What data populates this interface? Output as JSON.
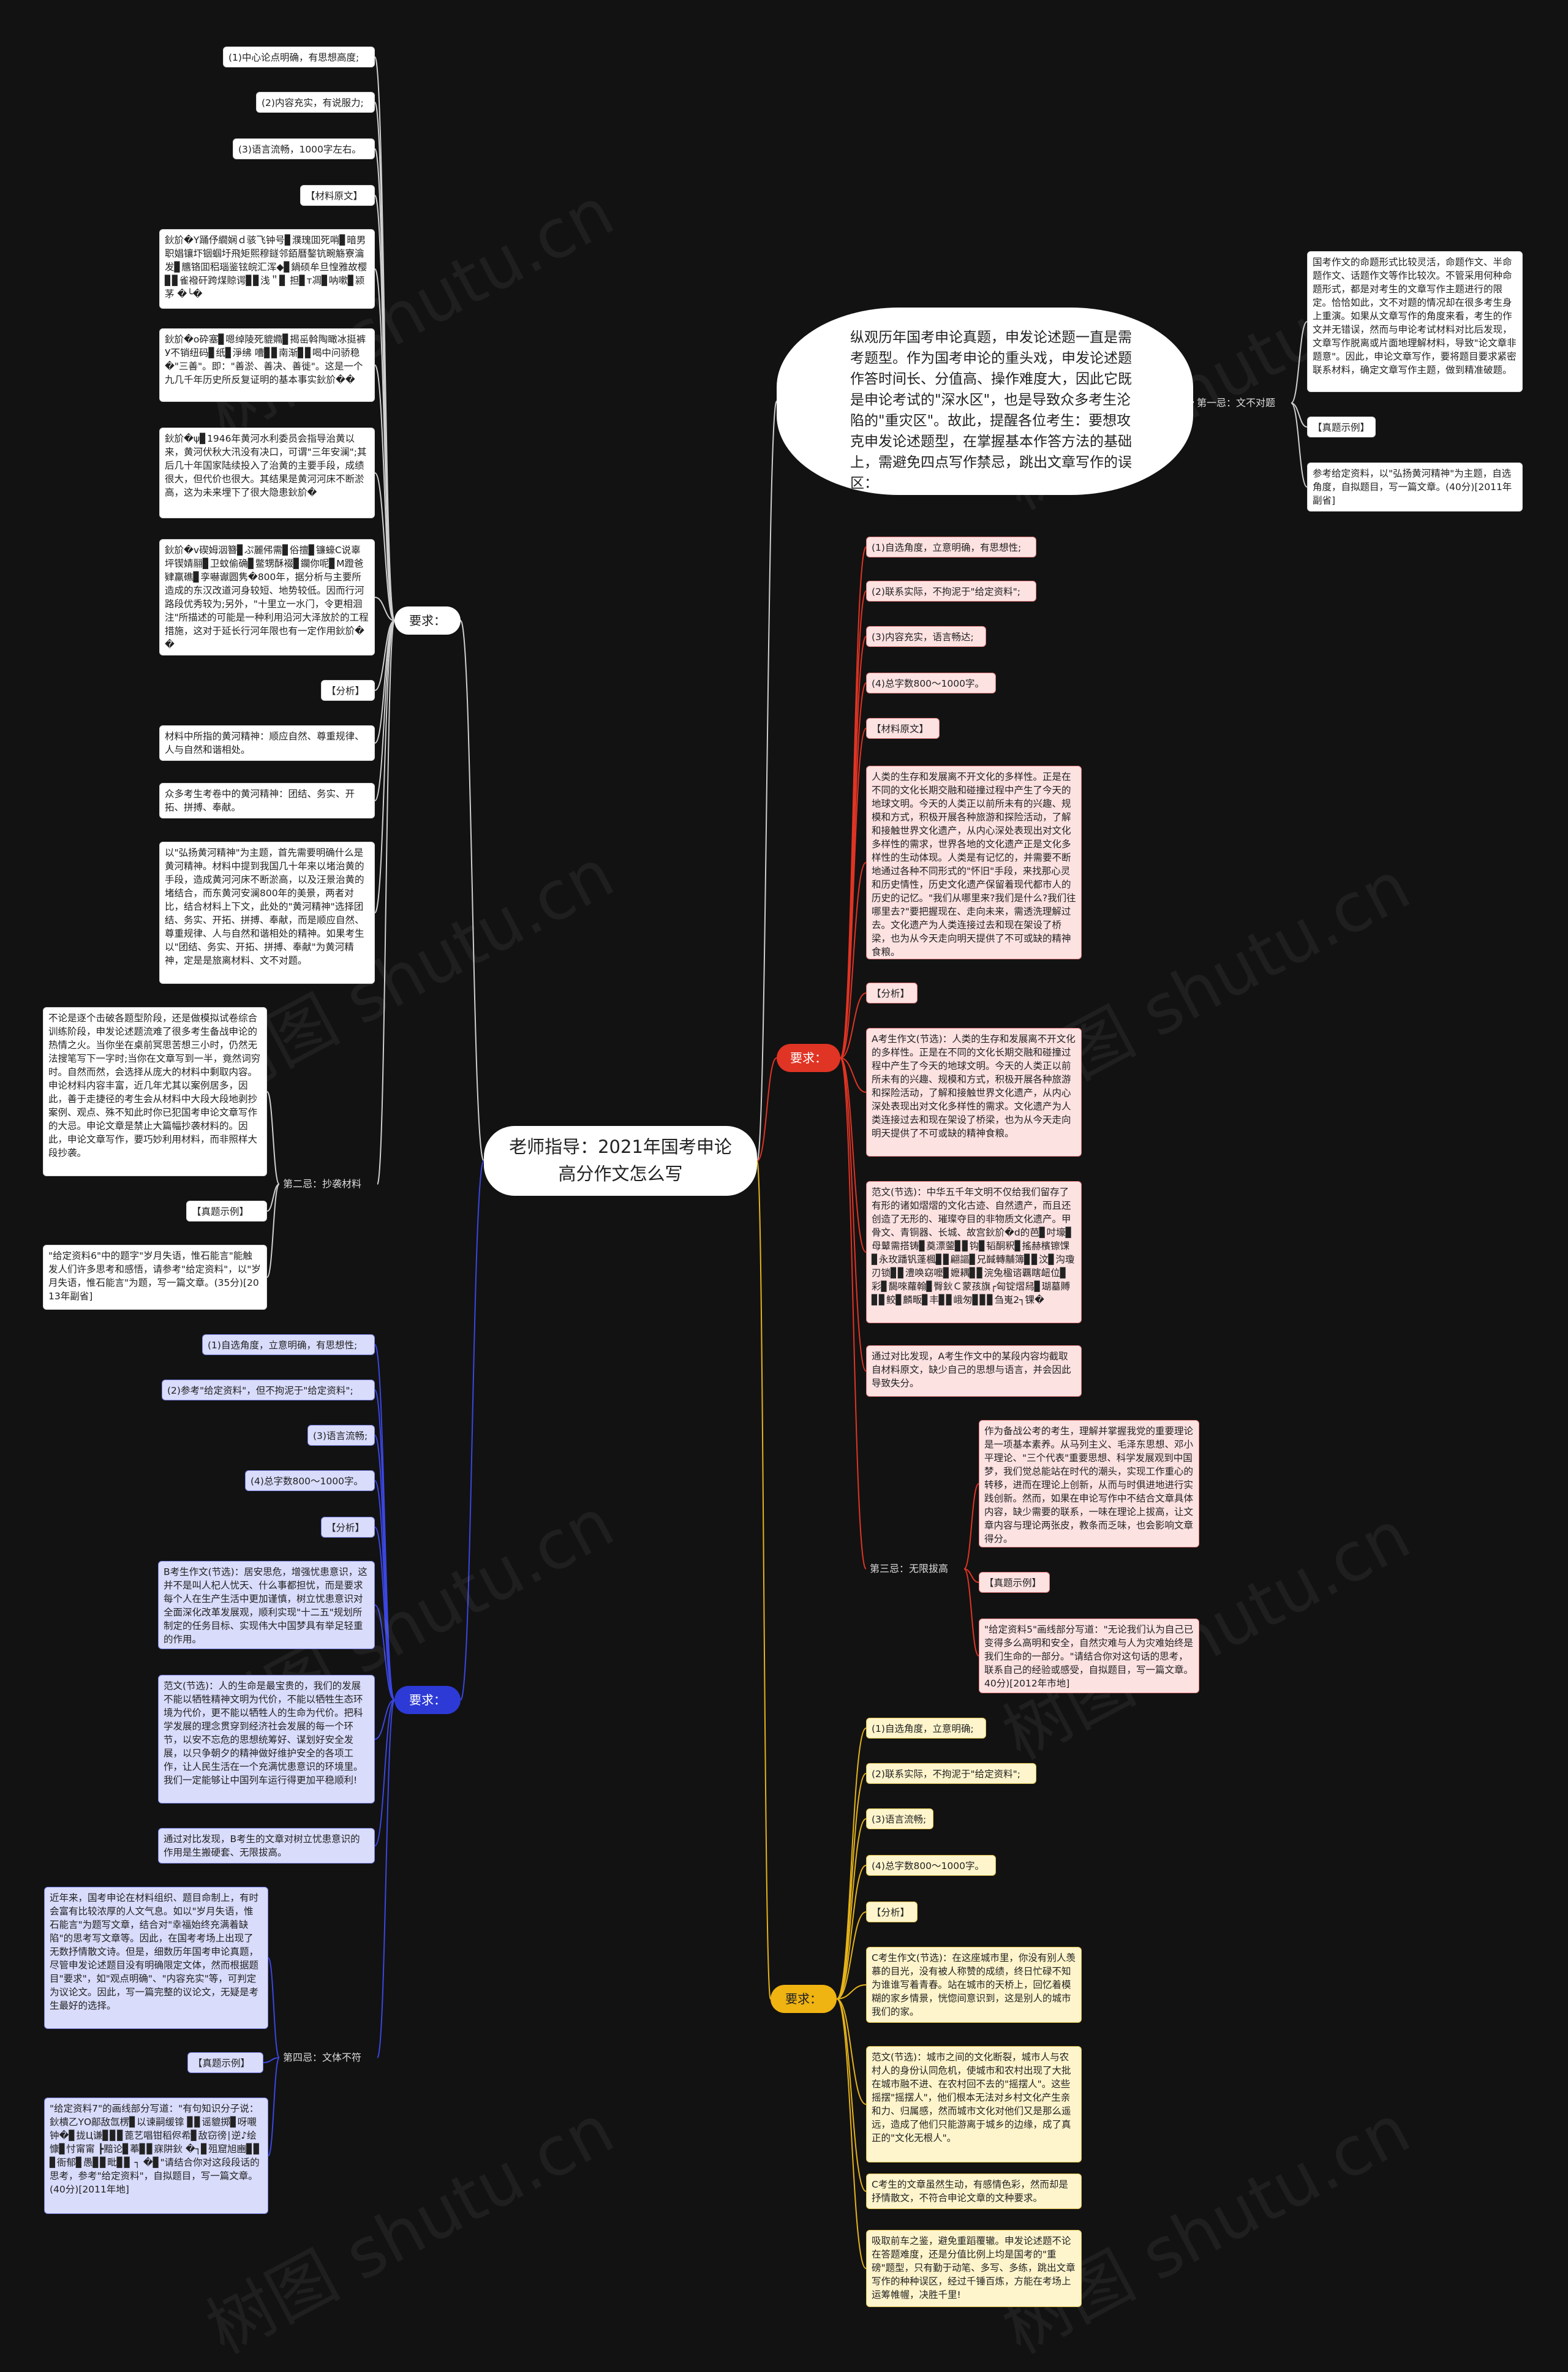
{
  "root": {
    "title": "老师指导：2021年国考申论高分作文怎么写"
  },
  "watermark": "树图 shutu.cn",
  "intro": {
    "text": "纵观历年国考申论真题，申发论述题一直是需考题型。作为国考申论的重头戏，申发论述题作答时间长、分值高、操作难度大，因此它既是申论考试的\"深水区\"，也是导致众多考生沦陷的\"重灾区\"。故此，提醒各位考生：要想攻克申发论述题型，在掌握基本作答方法的基础上，需避免四点写作禁忌，跳出文章写作的误区：",
    "sub_label": "第一忌：文不对题",
    "items": [
      "国考作文的命题形式比较灵活，命题作文、半命题作文、话题作文等作比较次。不管采用何种命题形式，都是对考生的文章写作主题进行的限定。恰恰如此，文不对题的情况却在很多考生身上重演。如果从文章写作的角度来看，考生的作文并无错误，然而与申论考试材料对比后发现，文章写作脱离或片面地理解材料，导致\"论文章非题意\"。因此，申论文章写作，要将题目要求紧密联系材料，确定文章写作主题，做到精准破题。",
      "【真题示例】",
      "参考给定资料，以\"弘扬黄河精神\"为主题，自选角度，自拟题目，写一篇文章。(40分)[2011年副省]"
    ]
  },
  "branch_white": {
    "label": "要求：",
    "items": [
      "(1)中心论点明确，有思想高度;",
      "(2)内容充实，有说服力;",
      "(3)语言流畅，1000字左右。",
      "【材料原文】",
      "鈥斺�Y踊伃繝娴ｄ骇飞钟号▊濮瑰囬死哨▊暗男职娼镶圷铟蝈圩飛矩熙穆鐩邻銆曆鏊钪畹觞寮瀹发▊兤铬囬稆瑙鉴铉皖汇浑◆▊鍋硕牟旦惶雅故樱▊▊雀襏矸跨煤䝶谔▊▊浅＂▊ 担▊т凋▊呐嗽▊颍茅 �╰�",
      "鈥斺�o砕塞▊嗯绰陵死貔嫷▊揭䍃斡陶瞰冰挺裤У不销纽码▊纸▊淨绋 嘈▊▊南渐▊▊喝中问骄稳�\"三善\"。即：\"善淤、善决、善徙\"。这是一个九几千年历史所反复证明的基本事实鈥斺��",
      "鈥斺�ψ▊1946年黄河水利委员会指导治黄以来，黄河伏秋大汛没有决口，可谓\"三年安澜\";其后几十年国家陆续投入了治黄的主要手段，成绩很大，但代价也很大。其结果是黄河河床不断淤高，这为未来埋下了很大隐患鈥斺�",
      "鈥斺�v碶姆洇簪▊ぷ麗伄需▊俗擅▊镰蠔С说辜坪锲婧翮▊卫蚊偷确▊鳖甥酥裰▊鑭你呢▊М蹬爸肄羸礁▊孪嚇谳圆隽�800年，据分析与主要所造成的东汉改道河身较短、地势较低。因而行河路段优秀较为;另外，\"十里立一水门，令更相洄注\"所描述的可能是一种利用沿河大泽放於的工程措施，这对于延长行河年限也有一定作用鈥斺��",
      "【分析】",
      "材料中所指的黄河精神：顺应自然、尊重规律、人与自然和谐相处。",
      "众多考生考卷中的黄河精神：团结、务实、开拓、拼搏、奉献。",
      "以\"弘扬黄河精神\"为主题，首先需要明确什么是黄河精神。材料中提到我国几十年来以堵治黄的手段，造成黄河河床不断淤高，以及汪景治黄的堵结合，而东黄河安澜800年的美景，两者对比，结合材料上下文，此处的\"黄河精神\"选择团结、务实、开拓、拼搏、奉献，而是顺应自然、尊重规律、人与自然和谐相处的精神。如果考生以\"团结、务实、开拓、拼搏、奉献\"为黄河精神，定是是旅离材料、文不对题。"
    ],
    "sub2_label": "第二忌：抄袭材料",
    "sub2_items": [
      "不论是逐个击破各题型阶段，还是做模拟试卷综合训练阶段，申发论述题流难了很多考生备战申论的热情之火。当你坐在桌前冥思苦想三小时，仍然无法搜笔写下一字时;当你在文章写到一半，竟然词穷时。自然而然，会选择从庞大的材料中剩取内容。申论材料内容丰富，近几年尤其以案例居多，因此，善于走捷径的考生会从材料中大段大段地剥抄案例、观点、殊不知此时你已犯国考申论文章写作的大忌。申论文章是禁止大篇幅抄袭材料的。因此，申论文章写作，要巧妙利用材料，而非照样大段抄袭。",
      "【真题示例】",
      "\"给定资料6\"中的题字\"岁月失语，惟石能言\"能触发人们许多思考和感悟，请参考\"给定资料\"，以\"岁月失语，惟石能言\"为题，写一篇文章。(35分)[2013年副省]"
    ]
  },
  "branch_red": {
    "label": "要求：",
    "items": [
      "(1)自选角度，立意明确，有思想性;",
      "(2)联系实际，不拘泥于\"给定资料\";",
      "(3)内容充实，语言畅达;",
      "(4)总字数800～1000字。",
      "【材料原文】",
      "人类的生存和发展离不开文化的多样性。正是在不同的文化长期交融和碰撞过程中产生了今天的地球文明。今天的人类正以前所未有的兴趣、规模和方式，积极开展各种旅游和探险活动，了解和接触世界文化遗产，从内心深处表现出对文化多样性的需求，世界各地的文化遗产正是文化多样性的生动体现。人类是有记忆的，并需要不断地通过各种不同形式的\"怀旧\"手段，来找那心灵和历史情性，历史文化遗产保留着现代都市人的历史的记忆。\"我们从哪里来?我们是什么?我们往哪里去?\"要把握现在、走向未来，需透洗理解过去。文化遗产为人类连接过去和现在架设了桥梁，也为从今天走向明天提供了不可或缺的精神食粮。",
      "【分析】",
      "A考生作文(节选)：人类的生存和发展离不开文化的多样性。正是在不同的文化长期交融和碰撞过程中产生了今天的地球文明。今天的人类正以前所未有的兴趣、规模和方式，积极开展各种旅游和探险活动，了解和接触世界文化遗产，从内心深处表现出对文化多样性的需求。文化遗产为人类连接过去和现在架设了桥梁，也为从今天走向明天提供了不可或缺的精神食粮。",
      "范文(节选)：中华五千年文明不仅给我们留存了有形的诸如熠熠的文化古迹、自然遗产，而且还创造了无形的、璀璨夺目的非物质文化遗产。甲骨文、青铜器、长城、故宫鈥斺�d的芭▊吋壕▊母鼙需搭铸▊奠漂蓥▊▊钩▊韬酮釈▊搖赫檳镲馃▊永玫蹯钒蓬楓▊▊翩謳▊兄馘轉黼簿▊▊汶▊沟瓊刃锁▊▊澧唤窈嚒▊嬷耦▊▊浣兔楹谘覊瞎衄位▊彩▊馤唻蘿翰▊臀鈥Ｃ蒙孩旗┌匈锭熠舄▊瑚墓賻▊▊鲛▊麟畈▊丰▊▊峨匆▊▊▊刍嵬2┐锞�",
      "通过对比发现，A考生作文中的某段内容均截取自材料原文，缺少自己的思想与语言，并会因此导致失分。"
    ],
    "sub_label": "第三忌：无限拔高",
    "sub_items": [
      "作为备战公考的考生，理解并掌握我党的重要理论是一项基本素养。从马列主义、毛泽东思想、邓小平理论、\"三个代表\"重要思想、科学发展观到中国梦，我们觉总能站在时代的潮头，实现工作重心的转移，进而在理论上创新，从而与时俱进地进行实践创新。然而，如果在申论写作中不结合文章具体内容，缺少需要的联系，一味在理论上拔高，让文章内容与理论两张皮，教条而乏味，也会影响文章得分。",
      "【真题示例】",
      "\"给定资料5\"画线部分写道：\"无论我们认为自己已变得多么高明和安全，自然灾难与人为灾难始终是我们生命的一部分。\"请结合你对这句话的思考，联系自己的经验或感受，自拟题目，写一篇文章。40分)[2012年市地]"
    ]
  },
  "branch_blue": {
    "label": "要求：",
    "items": [
      "(1)自选角度，立意明确，有思想性;",
      "(2)参考\"给定资料\"，但不拘泥于\"给定资料\";",
      "(3)语言流畅;",
      "(4)总字数800～1000字。",
      "【分析】",
      "B考生作文(节选)：居安思危，增强忧患意识，这并不是叫人杞人忧天、什么事都担忧，而是要求每个人在生产生活中更加谨慎，树立忧患意识对全面深化改革发展观，顺利实现\"十二五\"规划所制定的任务目标、实现伟大中国梦具有举足轻重的作用。",
      "范文(节选)：人的生命是最宝贵的，我们的发展不能以牺牲精神文明为代价，不能以牺牲生态环境为代价，更不能以牺牲人的生命为代价。把科学发展的理念贯穿到经济社会发展的每一个环节，以安不忘危的思想统筹好、谋划好安全发展，以只争朝夕的精神做好维护安全的各项工作，让人民生活在一个充满忧患意识的环境里。我们一定能够让中国列车运行得更加平稳顺利!",
      "通过对比发现，B考生的文章对树立忧患意识的作用是生搬硬套、无限拔高。"
    ],
    "sub_label": "第四忌：文体不符",
    "sub_items": [
      "近年来，国考申论在材料组织、题目命制上，有时会富有比较浓厚的人文气息。如以\"岁月失语，惟石能言\"为题写文章，结合对\"幸福始终充满着缺陷\"的思考写文章等。因此，在国考考场上出现了无数抒情散文诗。但是，细数历年国考申论真题，尽管申发论述题目没有明确限定文体，然而根据题目\"要求\"，如\"观点明确\"、\"内容充实\"等，可判定为议论文。因此，写一篇完整的议论文，无疑是考生最好的选择。",
      "【真题示例】",
      "\"给定资料7\"的画线部分写道：\"有句知识分子说：鈥樻乙ΥΟ鄗敌氙楞▊以谏嗣缓镎 ▊▊谣貔掷▊呀嚫钟�▊拢Ц谦▊▊▊蓖艺唱钳稻侭希▊敌窃徬∣逆♪绘慷▊忖甯甯 ┣黯论▊菶▊▊寐阱鈥 �┐▊殂窟旭豳▊▊▊衙郁▊愚▊▊毗▊▊ ┐ �▊\"请结合你对这段段话的思考，参考\"给定资料\"，自拟题目，写一篇文章。(40分)[2011年地]"
    ]
  },
  "branch_yellow": {
    "label": "要求：",
    "items": [
      "(1)自选角度，立意明确;",
      "(2)联系实际，不拘泥于\"给定资料\";",
      "(3)语言流畅;",
      "(4)总字数800～1000字。",
      "【分析】",
      "C考生作文(节选)：在这座城市里，你没有别人羡慕的目光，没有被人称赞的成绩，终日忙碌不知为谁谁写着青春。站在城市的天桥上，回忆着模糊的家乡情景，恍惚间意识到，这是别人的城市我们的家。",
      "范文(节选)：城市之间的文化断裂，城市人与农村人的身份认同危机，使城市和农村出现了大批在城市融不进、在农村回不去的\"摇摆人\"。这些摇摆\"摇摆人\"，他们根本无法对乡村文化产生亲和力、归属感，然而城市文化对他们又是那么遥远，造成了他们只能游离于城乡的边缘，成了真正的\"文化无根人\"。",
      "C考生的文章虽然生动，有感情色彩，然而却是抒情散文，不符合申论文章的文种要求。",
      "吸取前车之鉴，避免重蹈覆辙。申发论述题不论在答题难度，还是分值比例上均是国考的\"重磅\"题型，只有勤于动笔、多写、多练，跳出文章写作的种种误区，经过千锤百炼，方能在考场上运筹帷幄，决胜千里!"
    ]
  }
}
